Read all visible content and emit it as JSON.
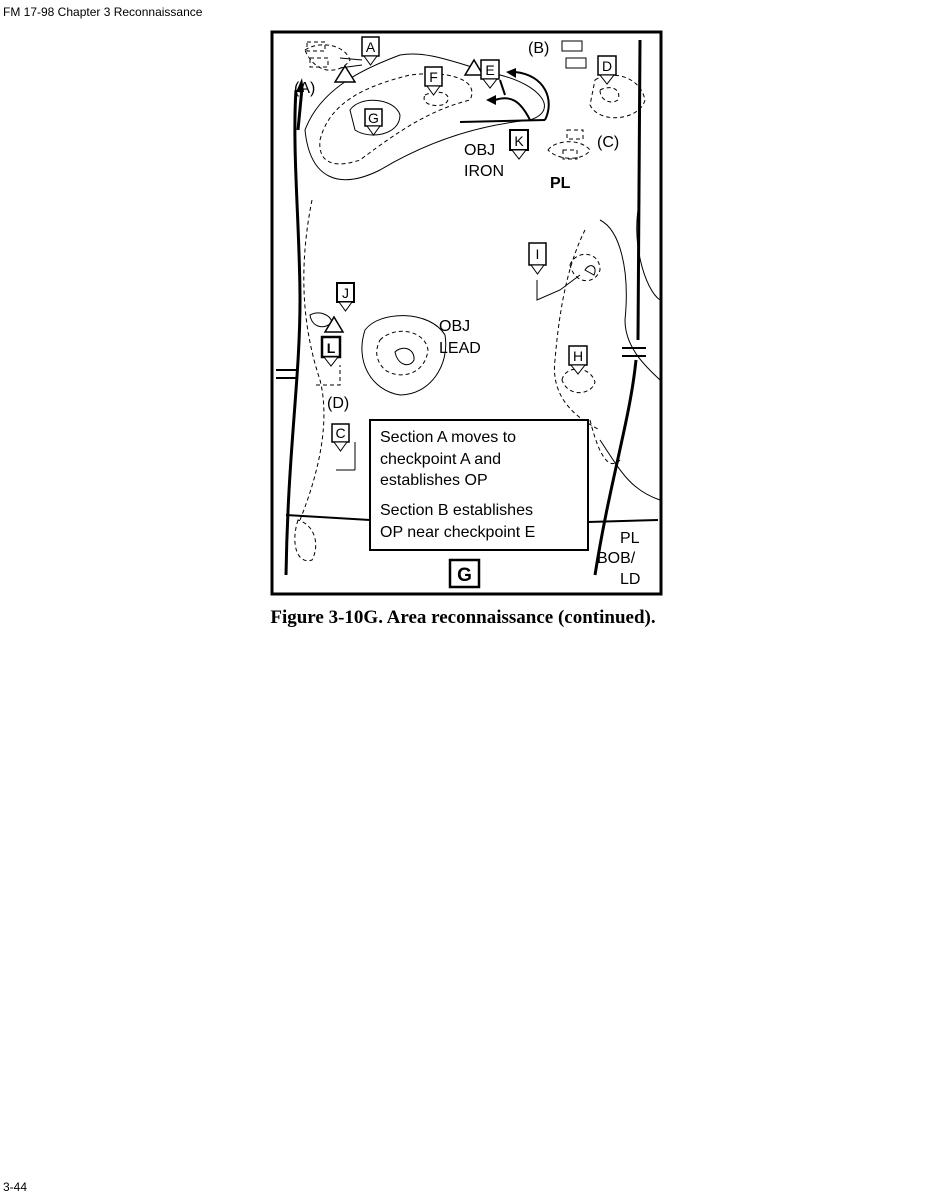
{
  "header": "FM 17-98 Chapter 3 Reconnaissance",
  "footer": "3-44",
  "figure": {
    "caption": "Figure 3-10G. Area reconnaissance (continued).",
    "panel_label": "G",
    "checkpoints": [
      "A",
      "F",
      "E",
      "D",
      "G",
      "K",
      "I",
      "J",
      "L",
      "H",
      "C"
    ],
    "route_labels": [
      "(A)",
      "(B)",
      "(C)",
      "(D)"
    ],
    "objectives": [
      {
        "line1": "OBJ",
        "line2": "IRON"
      },
      {
        "line1": "OBJ",
        "line2": "LEAD"
      }
    ],
    "pl_label": "PL",
    "pl_bob": {
      "line1": "PL",
      "line2": "BOB/",
      "line3": "LD"
    },
    "note": {
      "para1": [
        "Section A moves to",
        "checkpoint A and",
        "establishes OP"
      ],
      "para2": [
        "Section B establishes",
        "OP near checkpoint E"
      ]
    }
  }
}
